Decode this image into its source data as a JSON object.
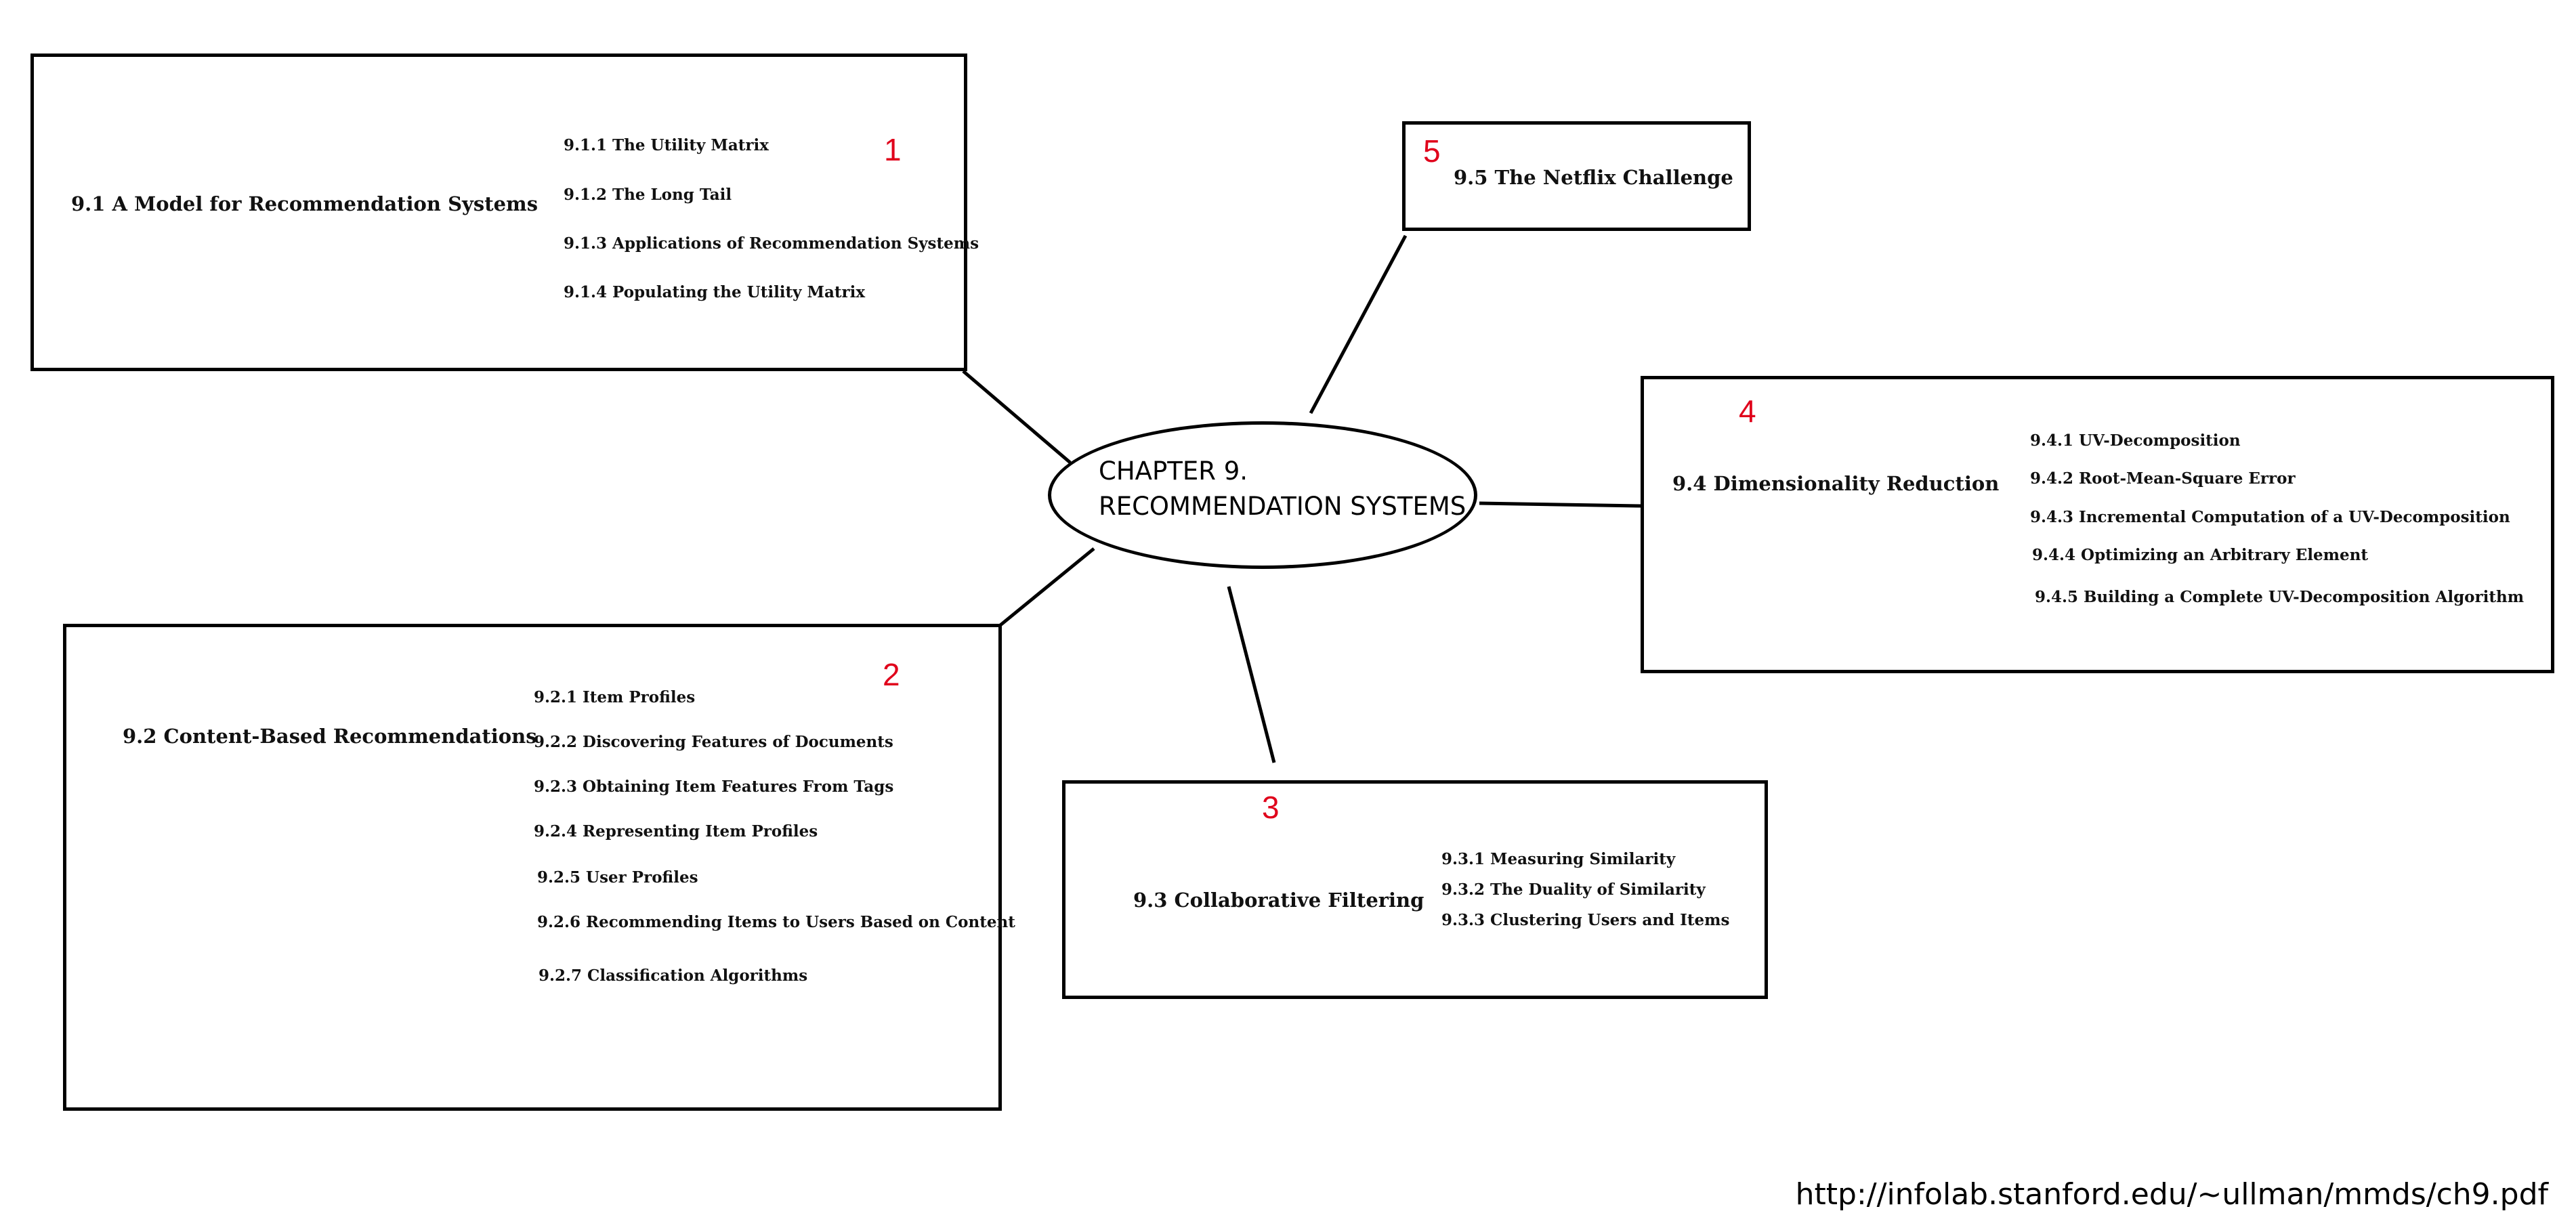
{
  "center": {
    "line1": "CHAPTER 9.",
    "line2": "RECOMMENDATION SYSTEMS"
  },
  "boxes": [
    {
      "marker": "1",
      "title": "9.1   A Model for Recommendation Systems",
      "items": [
        "9.1.1   The Utility Matrix",
        "9.1.2   The Long Tail",
        "9.1.3   Applications of Recommendation Systems",
        "9.1.4   Populating the Utility Matrix"
      ]
    },
    {
      "marker": "2",
      "title": "9.2   Content-Based Recommendations",
      "items": [
        "9.2.1   Item Profiles",
        "9.2.2   Discovering Features of Documents",
        "9.2.3   Obtaining Item Features From Tags",
        "9.2.4   Representing Item Profiles",
        "9.2.5   User Profiles",
        "9.2.6   Recommending Items to Users Based on Content",
        "9.2.7   Classification Algorithms"
      ]
    },
    {
      "marker": "3",
      "title": "9.3   Collaborative Filtering",
      "items": [
        "9.3.1   Measuring Similarity",
        "9.3.2   The Duality of Similarity",
        "9.3.3   Clustering Users and Items"
      ]
    },
    {
      "marker": "4",
      "title": "9.4   Dimensionality Reduction",
      "items": [
        "9.4.1   UV-Decomposition",
        "9.4.2   Root-Mean-Square Error",
        "9.4.3   Incremental Computation of a UV-Decomposition",
        "9.4.4   Optimizing an Arbitrary Element",
        "9.4.5   Building a Complete UV-Decomposition Algorithm"
      ]
    },
    {
      "marker": "5",
      "title": "9.5   The Netflix Challenge",
      "items": []
    }
  ],
  "footer": {
    "url": "http://infolab.stanford.edu/~ullman/mmds/ch9.pdf"
  }
}
